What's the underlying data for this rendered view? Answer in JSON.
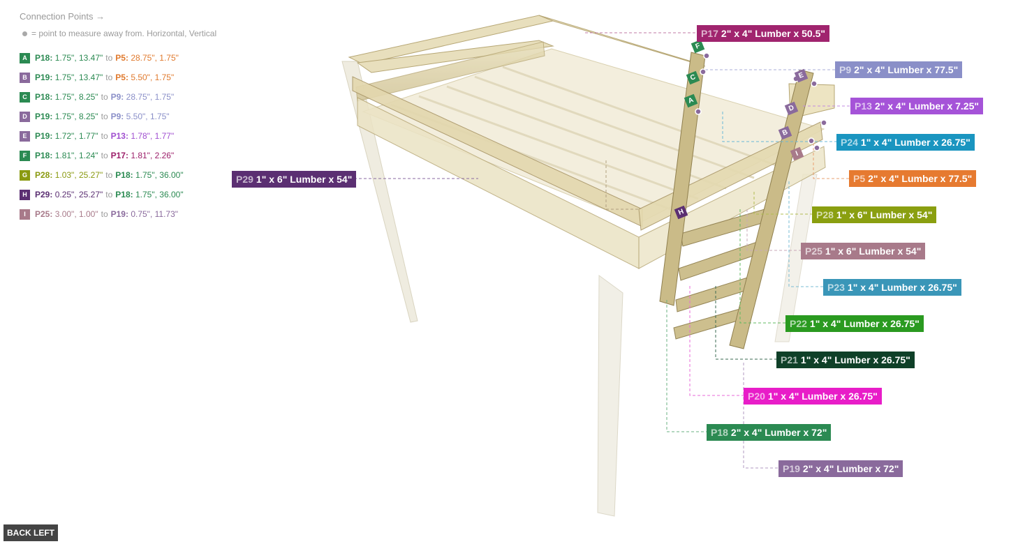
{
  "legend": {
    "title": "Connection Points →",
    "hint": "= point to measure away from. Horizontal, Vertical",
    "to_word": "to",
    "rows": [
      {
        "letter": "A",
        "color": "#2b8a52",
        "a_id": "P18:",
        "a_val": "1.75\", 13.47\"",
        "a_color": "#2b8a52",
        "b_id": "P5:",
        "b_val": "28.75\", 1.75\"",
        "b_color": "#e07a2e"
      },
      {
        "letter": "B",
        "color": "#8a6a9c",
        "a_id": "P19:",
        "a_val": "1.75\", 13.47\"",
        "a_color": "#2b8a52",
        "b_id": "P5:",
        "b_val": "5.50\", 1.75\"",
        "b_color": "#e07a2e"
      },
      {
        "letter": "C",
        "color": "#2b8a52",
        "a_id": "P18:",
        "a_val": "1.75\", 8.25\"",
        "a_color": "#2b8a52",
        "b_id": "P9:",
        "b_val": "28.75\", 1.75\"",
        "b_color": "#8a8fc8"
      },
      {
        "letter": "D",
        "color": "#8a6a9c",
        "a_id": "P19:",
        "a_val": "1.75\", 8.25\"",
        "a_color": "#2b8a52",
        "b_id": "P9:",
        "b_val": "5.50\", 1.75\"",
        "b_color": "#8a8fc8"
      },
      {
        "letter": "E",
        "color": "#8a6a9c",
        "a_id": "P19:",
        "a_val": "1.72\", 1.77\"",
        "a_color": "#2b8a52",
        "b_id": "P13:",
        "b_val": "1.78\", 1.77\"",
        "b_color": "#a04fd0"
      },
      {
        "letter": "F",
        "color": "#2b8a52",
        "a_id": "P18:",
        "a_val": "1.81\", 1.24\"",
        "a_color": "#2b8a52",
        "b_id": "P17:",
        "b_val": "1.81\", 2.26\"",
        "b_color": "#9c1f6a"
      },
      {
        "letter": "G",
        "color": "#8a9a10",
        "a_id": "P28:",
        "a_val": "1.03\", 25.27\"",
        "a_color": "#8a9a10",
        "b_id": "P18:",
        "b_val": "1.75\", 36.00\"",
        "b_color": "#2b8a52"
      },
      {
        "letter": "H",
        "color": "#5b2f72",
        "a_id": "P29:",
        "a_val": "0.25\", 25.27\"",
        "a_color": "#5b2f72",
        "b_id": "P18:",
        "b_val": "1.75\", 36.00\"",
        "b_color": "#2b8a52"
      },
      {
        "letter": "I",
        "color": "#a87a8a",
        "a_id": "P25:",
        "a_val": "3.00\", 1.00\"",
        "a_color": "#a87a8a",
        "b_id": "P19:",
        "b_val": "0.75\", 11.73\"",
        "b_color": "#8a6a9c"
      }
    ]
  },
  "parts": [
    {
      "id": "P17",
      "desc": "2\" x 4\" Lumber  x 50.5\"",
      "color": "#a0246e"
    },
    {
      "id": "P9",
      "desc": "2\" x 4\" Lumber  x 77.5\"",
      "color": "#8a8fc8"
    },
    {
      "id": "P13",
      "desc": "2\" x 4\" Lumber  x 7.25\"",
      "color": "#a553d8"
    },
    {
      "id": "P24",
      "desc": "1\" x 4\" Lumber  x 26.75\"",
      "color": "#1a95c0"
    },
    {
      "id": "P5",
      "desc": "2\" x 4\" Lumber  x 77.5\"",
      "color": "#e67a30"
    },
    {
      "id": "P28",
      "desc": "1\" x 6\" Lumber x 54\"",
      "color": "#8a9f10"
    },
    {
      "id": "P25",
      "desc": "1\" x 6\" Lumber x 54\"",
      "color": "#a87a8a"
    },
    {
      "id": "P23",
      "desc": "1\" x 4\" Lumber  x 26.75\"",
      "color": "#3a96b8"
    },
    {
      "id": "P22",
      "desc": "1\" x 4\" Lumber  x 26.75\"",
      "color": "#2a9a20"
    },
    {
      "id": "P21",
      "desc": "1\" x 4\" Lumber  x 26.75\"",
      "color": "#0f4028"
    },
    {
      "id": "P20",
      "desc": "1\" x 4\" Lumber  x 26.75\"",
      "color": "#e81dc8"
    },
    {
      "id": "P18",
      "desc": "2\" x 4\" Lumber  x 72\"",
      "color": "#2b8a52"
    },
    {
      "id": "P19",
      "desc": "2\" x 4\" Lumber  x 72\"",
      "color": "#8a6a9c"
    },
    {
      "id": "P29",
      "desc": "1\" x 6\" Lumber x 54\"",
      "color": "#5b2f72"
    }
  ],
  "markers": [
    {
      "letter": "F",
      "color": "#2b8a52"
    },
    {
      "letter": "C",
      "color": "#2b8a52"
    },
    {
      "letter": "A",
      "color": "#2b8a52"
    },
    {
      "letter": "E",
      "color": "#8a6a9c"
    },
    {
      "letter": "D",
      "color": "#8a6a9c"
    },
    {
      "letter": "B",
      "color": "#8a6a9c"
    },
    {
      "letter": "I",
      "color": "#a87a8a"
    },
    {
      "letter": "H",
      "color": "#5b2f72"
    }
  ],
  "back_button": "BACK LEFT"
}
